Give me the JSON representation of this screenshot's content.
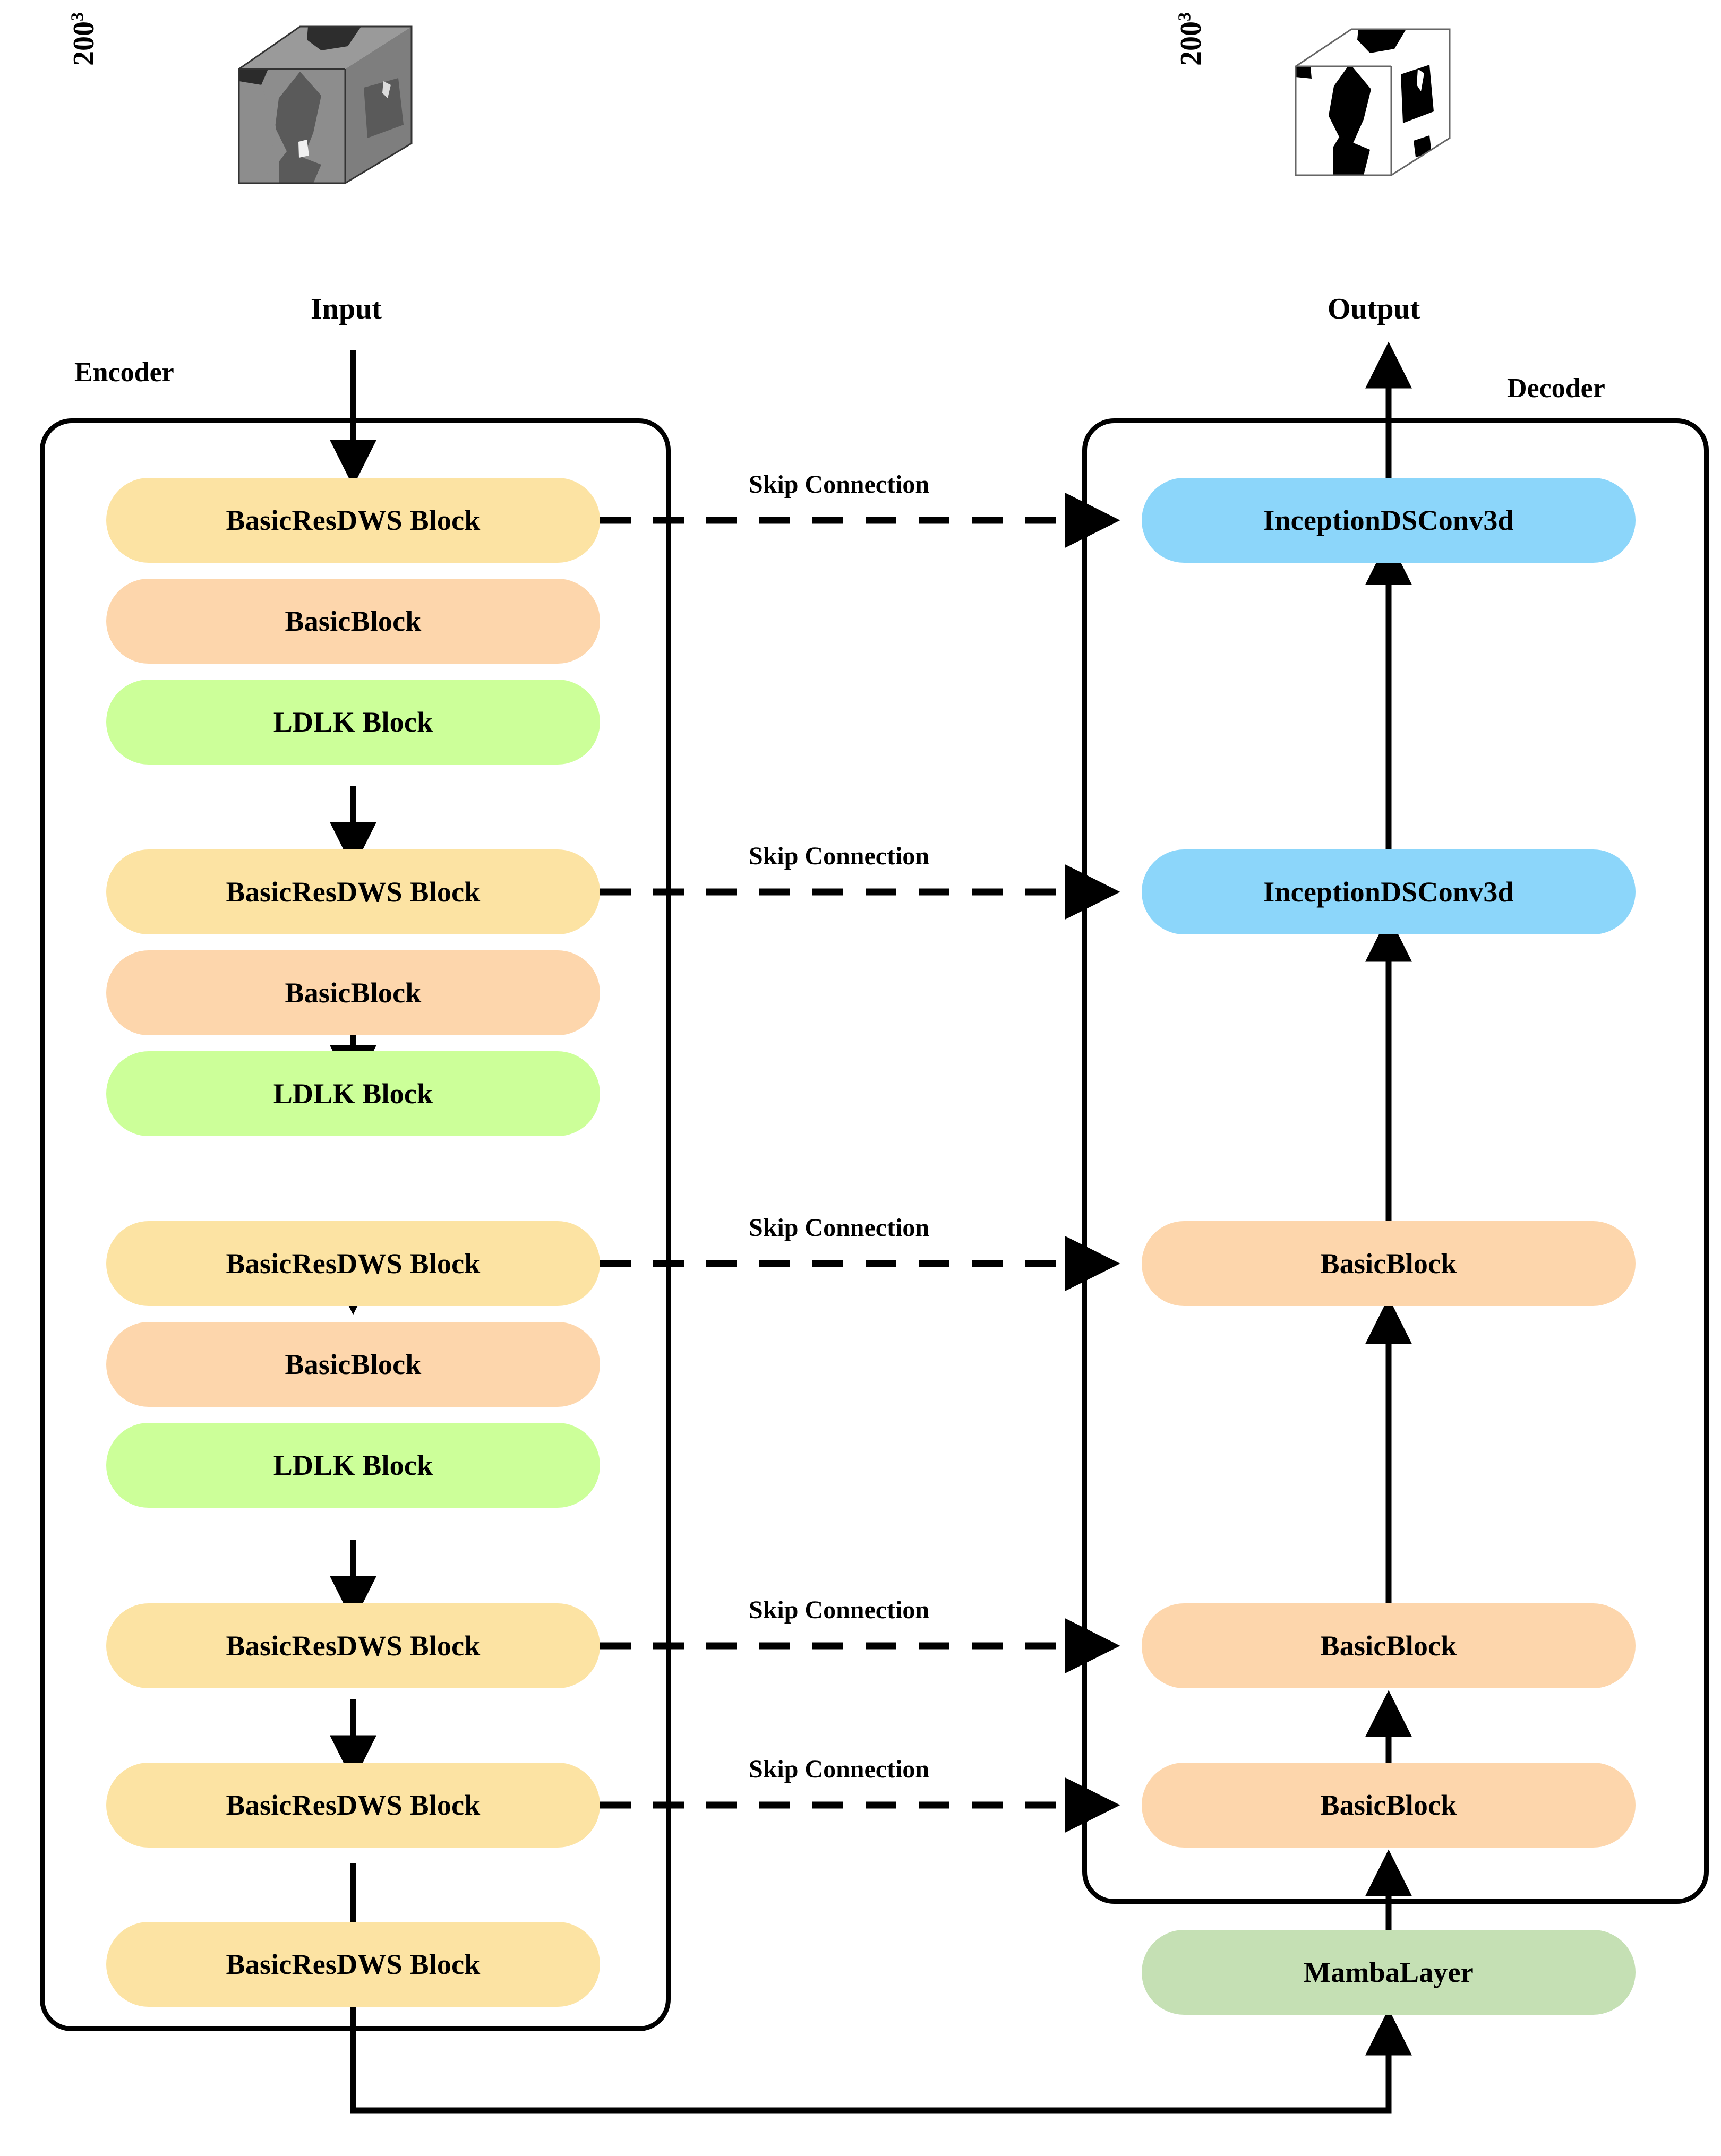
{
  "diagram": {
    "title": "Encoder-Decoder network architecture",
    "input": {
      "label": "Input",
      "dimension": "200",
      "exponent": "3",
      "icon": "grayscale-volume-cube"
    },
    "output": {
      "label": "Output",
      "dimension": "200",
      "exponent": "3",
      "icon": "binary-segmentation-cube"
    },
    "encoder": {
      "label": "Encoder",
      "blocks": [
        {
          "label": "BasicResDWS Block",
          "color": "#FCE3A3",
          "has_skip": true
        },
        {
          "label": "BasicBlock",
          "color": "#FDD6AC",
          "has_skip": false
        },
        {
          "label": "LDLK Block",
          "color": "#CCFF99",
          "has_skip": false
        },
        {
          "label": "BasicResDWS Block",
          "color": "#FCE3A3",
          "has_skip": true
        },
        {
          "label": "BasicBlock",
          "color": "#FDD6AC",
          "has_skip": false
        },
        {
          "label": "LDLK Block",
          "color": "#CCFF99",
          "has_skip": false
        },
        {
          "label": "BasicResDWS Block",
          "color": "#FCE3A3",
          "has_skip": true
        },
        {
          "label": "BasicBlock",
          "color": "#FDD6AC",
          "has_skip": false
        },
        {
          "label": "LDLK Block",
          "color": "#CCFF99",
          "has_skip": false
        },
        {
          "label": "BasicResDWS Block",
          "color": "#FCE3A3",
          "has_skip": true
        },
        {
          "label": "BasicResDWS Block",
          "color": "#FCE3A3",
          "has_skip": true
        },
        {
          "label": "BasicResDWS Block",
          "color": "#FCE3A3",
          "has_skip": false
        }
      ]
    },
    "decoder": {
      "label": "Decoder",
      "blocks": [
        {
          "label": "InceptionDSConv3d",
          "color": "#8CD6FA"
        },
        {
          "label": "InceptionDSConv3d",
          "color": "#8CD6FA"
        },
        {
          "label": "BasicBlock",
          "color": "#FDD6AC"
        },
        {
          "label": "BasicBlock",
          "color": "#FDD6AC"
        },
        {
          "label": "BasicBlock",
          "color": "#FDD6AC"
        }
      ]
    },
    "bottleneck": {
      "label": "MambaLayer",
      "color": "#C5E0B4"
    },
    "skip_connections": [
      {
        "label": "Skip Connection"
      },
      {
        "label": "Skip Connection"
      },
      {
        "label": "Skip Connection"
      },
      {
        "label": "Skip Connection"
      },
      {
        "label": "Skip Connection"
      }
    ],
    "colors": {
      "yellow": "#FCE3A3",
      "orange": "#FDD6AC",
      "green": "#CCFF99",
      "blue": "#8CD6FA",
      "mamba_green": "#C5E0B4",
      "stroke": "#000000",
      "background": "#FFFFFF"
    }
  }
}
